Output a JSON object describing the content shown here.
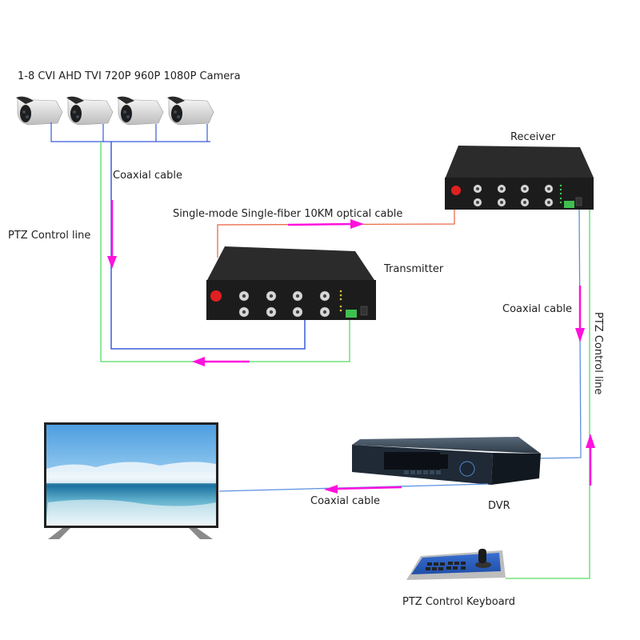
{
  "labels": {
    "cameras": "1-8 CVI AHD TVI 720P 960P 1080P Camera",
    "coax_top": "Coaxial cable",
    "ptz_left": "PTZ Control line",
    "optical": "Single-mode Single-fiber 10KM optical cable",
    "receiver": "Receiver",
    "transmitter": "Transmitter",
    "coax_right": "Coaxial cable",
    "ptz_right": "PTZ Control line",
    "coax_bottom": "Coaxial cable",
    "dvr": "DVR",
    "keyboard": "PTZ Control Keyboard"
  },
  "colors": {
    "coax": "#3a5bd9",
    "coax_light": "#5b8fe0",
    "ptz": "#55dd66",
    "fiber": "#e8603a",
    "arrow": "#ff11dd",
    "device": "#1c1c1c"
  },
  "camera_count": 4,
  "bnc_per_row": 4
}
